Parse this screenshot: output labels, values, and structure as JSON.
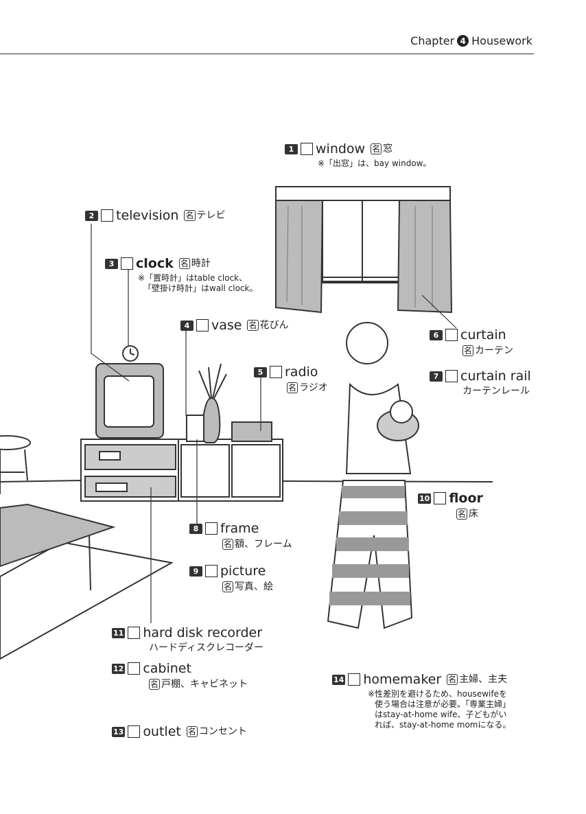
{
  "header": {
    "prefix": "Chapter",
    "chapter_number": "4",
    "title": "Housework"
  },
  "meishi_mark": "名",
  "items": [
    {
      "num": "1",
      "word": "window",
      "pos": "名",
      "jp": "窓",
      "note": "※「出窓」は、bay window。"
    },
    {
      "num": "2",
      "word": "television",
      "pos": "名",
      "jp": "テレビ"
    },
    {
      "num": "3",
      "word": "clock",
      "pos": "名",
      "jp": "時計",
      "note1": "※「置時計」はtable clock、",
      "note2": "「壁掛け時計」はwall clock。"
    },
    {
      "num": "4",
      "word": "vase",
      "pos": "名",
      "jp": "花びん"
    },
    {
      "num": "5",
      "word": "radio",
      "pos": "名",
      "jp": "ラジオ"
    },
    {
      "num": "6",
      "word": "curtain",
      "pos": "名",
      "jp": "カーテン"
    },
    {
      "num": "7",
      "word": "curtain rail",
      "jp": "カーテンレール"
    },
    {
      "num": "8",
      "word": "frame",
      "pos": "名",
      "jp": "額、フレーム"
    },
    {
      "num": "9",
      "word": "picture",
      "pos": "名",
      "jp": "写真、絵"
    },
    {
      "num": "10",
      "word": "floor",
      "pos": "名",
      "jp": "床"
    },
    {
      "num": "11",
      "word": "hard disk recorder",
      "jp": "ハードディスクレコーダー"
    },
    {
      "num": "12",
      "word": "cabinet",
      "pos": "名",
      "jp": "戸棚、キャビネット"
    },
    {
      "num": "13",
      "word": "outlet",
      "pos": "名",
      "jp": "コンセント"
    },
    {
      "num": "14",
      "word": "homemaker",
      "pos": "名",
      "jp": "主婦、主夫",
      "note1": "※性差別を避けるため、housewifeを",
      "note2": "使う場合は注意が必要。「専業主婦」",
      "note3": "はstay-at-home wife、子どもがい",
      "note4": "れば、stay-at-home momになる。"
    }
  ]
}
